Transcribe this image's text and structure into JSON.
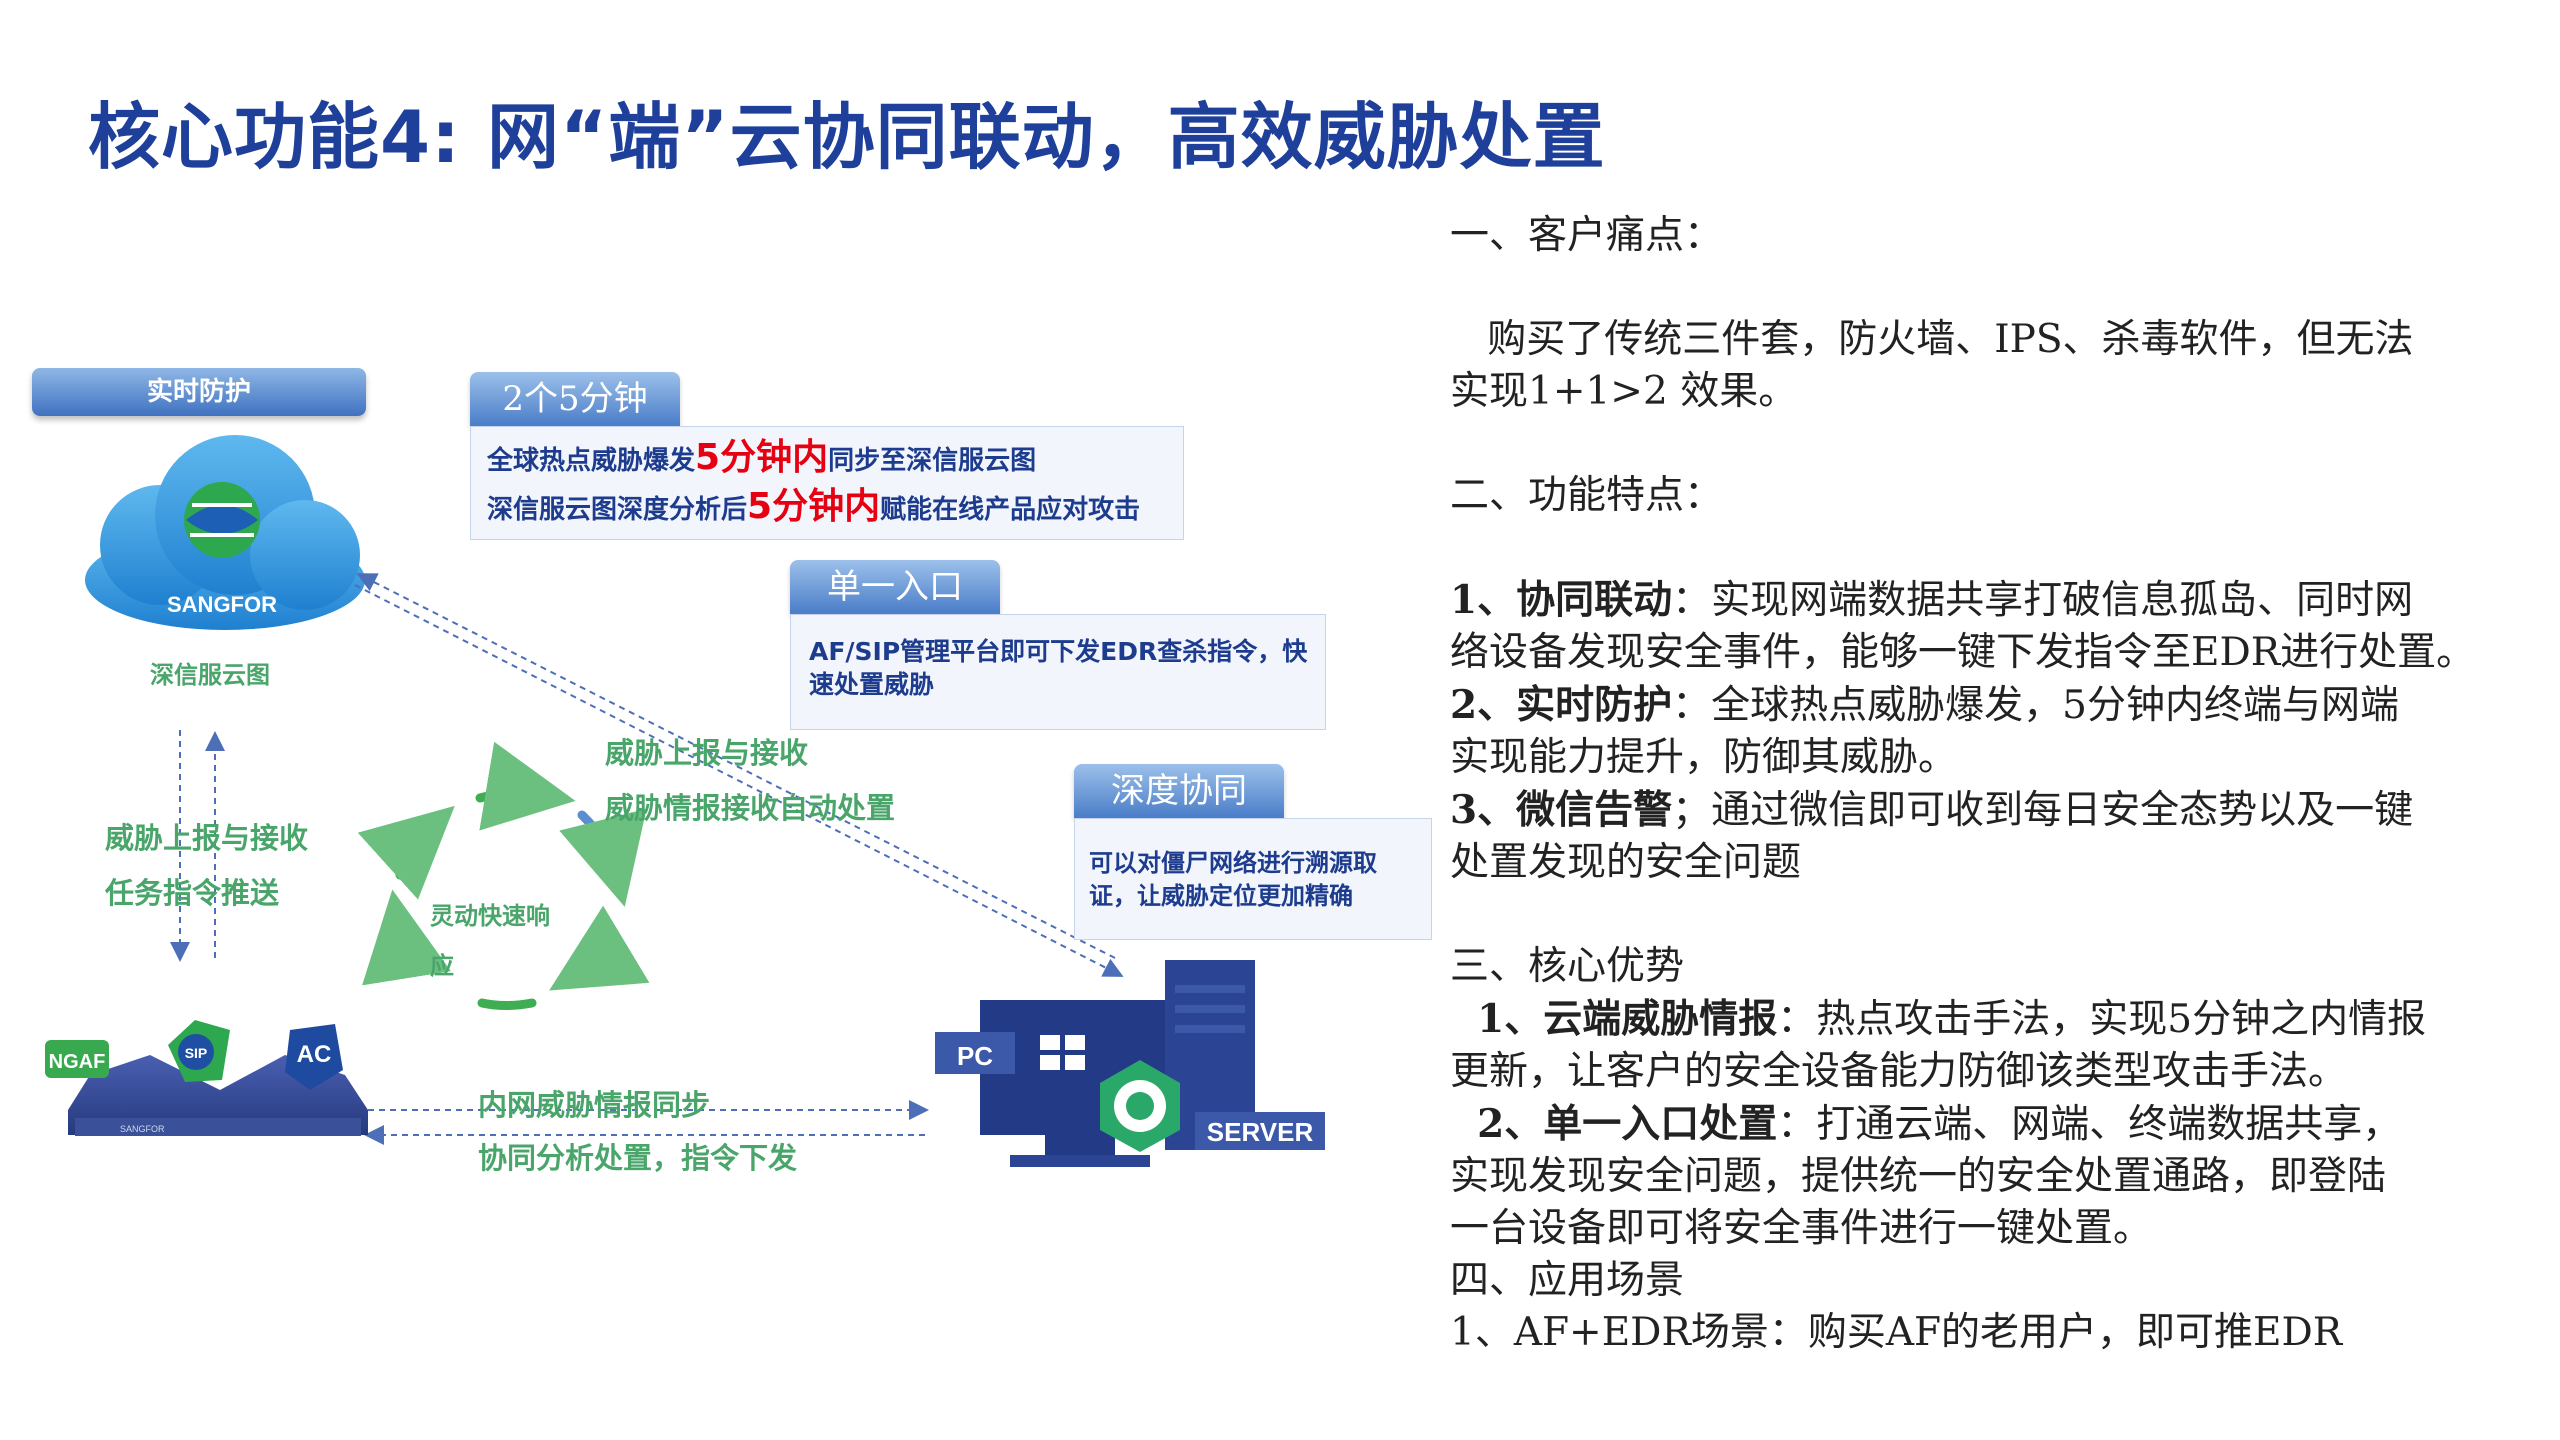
{
  "title": "核心功能4: 网“端”云协同联动，高效威胁处置",
  "diagram": {
    "realtime_pill": "实时防护",
    "cloud_logo_text": "SANGFOR",
    "cloud_label": "深信服云图",
    "tag_two_five": "2个5分钟",
    "box1": {
      "line1_pre": "全球热点威胁爆发",
      "line1_hl": "5分钟内",
      "line1_post": "同步至深信服云图",
      "line2_pre": "深信服云图深度分析后",
      "line2_hl": "5分钟内",
      "line2_post": "赋能在线产品应对攻击"
    },
    "tag_single_entry": "单一入口",
    "box2_text": "AF/SIP管理平台即可下发EDR查杀指令，快速处置威胁",
    "tag_deep_collab": "深度协同",
    "box3_text": "可以对僵尸网络进行溯源取证，让威胁定位更加精确",
    "diag_report": "威胁上报与接收",
    "diag_auto": "威胁情报接收自动处置",
    "left_report": "威胁上报与接收",
    "left_task": "任务指令推送",
    "cycle_line1": "灵动快速响",
    "cycle_line2": "应",
    "sync_intel": "内网威胁情报同步",
    "collab_analysis": "协同分析处置，指令下发",
    "dev_ngaf": "NGAF",
    "dev_sip": "SIP",
    "dev_ac": "AC",
    "dev_pc": "PC",
    "dev_server": "SERVER",
    "device_brand": "SANGFOR"
  },
  "right": {
    "s1_head": "一、客户痛点：",
    "s1_l1": "   购买了传统三件套，防火墙、IPS、杀毒软件，但无法",
    "s1_l2": "实现1+1>2 效果。",
    "s2_head": "二、功能特点：",
    "f1_b": "1、协同联动",
    "f1_t": "：实现网端数据共享打破信息孤岛、同时网",
    "f1_l2": "络设备发现安全事件，能够一键下发指令至EDR进行处置。",
    "f2_b": "2、实时防护",
    "f2_t": "：全球热点威胁爆发，5分钟内终端与网端",
    "f2_l2": "实现能力提升，防御其威胁。",
    "f3_b": "3、微信告警",
    "f3_t": "；通过微信即可收到每日安全态势以及一键",
    "f3_l2": "处置发现的安全问题",
    "s3_head": "三、核心优势",
    "a1_b": "  1、云端威胁情报",
    "a1_t": "：热点攻击手法，实现5分钟之内情报",
    "a1_l2": "更新，让客户的安全设备能力防御该类型攻击手法。",
    "a2_b": "  2、单一入口处置",
    "a2_t": "：打通云端、网端、终端数据共享，",
    "a2_l2": "实现发现安全问题，提供统一的安全处置通路，即登陆",
    "a2_l3": "一台设备即可将安全事件进行一键处置。",
    "s4_head": "四、应用场景",
    "u1": "1、AF+EDR场景：购买AF的老用户，即可推EDR"
  },
  "colors": {
    "title": "#1e3f9a",
    "green": "#4aa56b",
    "highlight_red": "#e50012",
    "box_text": "#1d3c8e"
  }
}
